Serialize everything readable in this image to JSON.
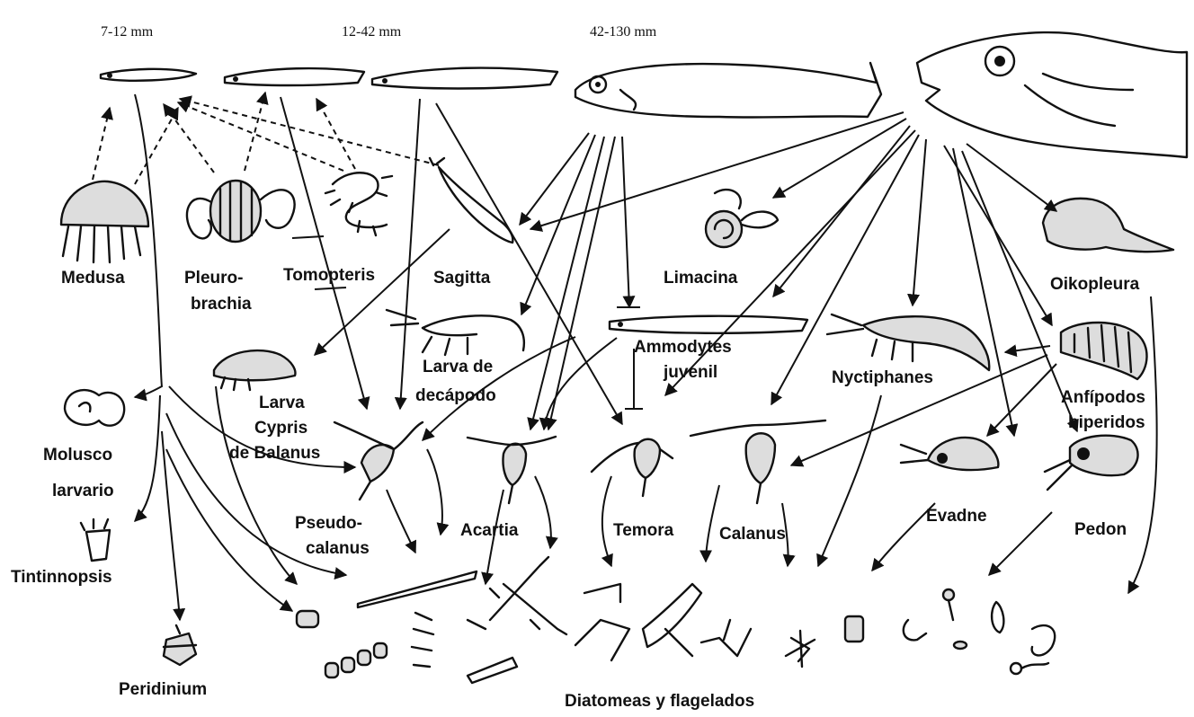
{
  "sizes": {
    "small": "7-12 mm",
    "mid": "12-42 mm",
    "large": "42-130 mm"
  },
  "labels": {
    "medusa": "Medusa",
    "pleuro1": "Pleuro-",
    "pleuro2": "brachia",
    "tomopteris": "Tomopteris",
    "sagitta": "Sagitta",
    "limacina": "Limacina",
    "oikopleura": "Oikopleura",
    "molusco1": "Molusco",
    "molusco2": "larvario",
    "tintinnopsis": "Tintinnopsis",
    "peridinium": "Peridinium",
    "larvaCypris1": "Larva",
    "larvaCypris2": "Cypris",
    "larvaCypris3": "de Balanus",
    "larvaDecapodo1": "Larva de",
    "larvaDecapodo2": "decápodo",
    "ammodytes1": "Ammodytes",
    "ammodytes2": "juvenil",
    "nyctiphanes": "Nyctiphanes",
    "anfipodos1": "Anfípodos",
    "anfipodos2": "hiperidos",
    "pseudo1": "Pseudo-",
    "pseudo2": "calanus",
    "acartia": "Acartia",
    "temora": "Temora",
    "calanus": "Calanus",
    "evadne": "Evadne",
    "pedon": "Pedon",
    "diatomeas": "Diatomeas y flagelados"
  }
}
